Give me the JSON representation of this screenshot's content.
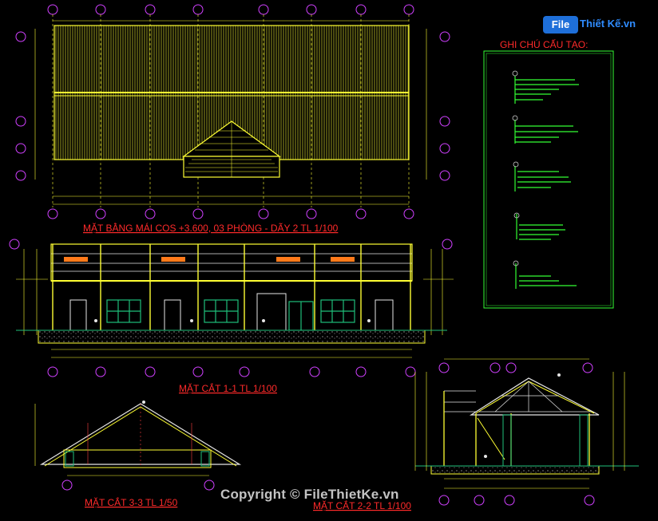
{
  "logo": {
    "badge": "File",
    "rest": "Thiết Kế.vn"
  },
  "titles": {
    "roof_plan": "MẶT BẰNG MÁI COS +3.600, 03 PHÒNG - DÃY 2 TL 1/100",
    "section_1_1": "MẶT CẮT 1-1 TL 1/100",
    "section_3_3": "MẶT CẮT 3-3 TL 1/50",
    "section_2_2": "MẶT CẮT 2-2 TL 1/100"
  },
  "notes": {
    "title": "GHI CHÚ CẤU TẠO:"
  },
  "copyright": "Copyright © FileThietKe.vn",
  "colors": {
    "background": "#000000",
    "line_yellow": "#ffff33",
    "line_white": "#e6e6e6",
    "title_red": "#ff2a2a",
    "grid_magenta": "#d040ff",
    "note_green": "#33ff33",
    "window_green": "#1fbf7a",
    "accent_orange": "#ff7a1a"
  },
  "icons": [
    "grid-bubble-icon",
    "level-marker-icon",
    "logo-icon"
  ]
}
